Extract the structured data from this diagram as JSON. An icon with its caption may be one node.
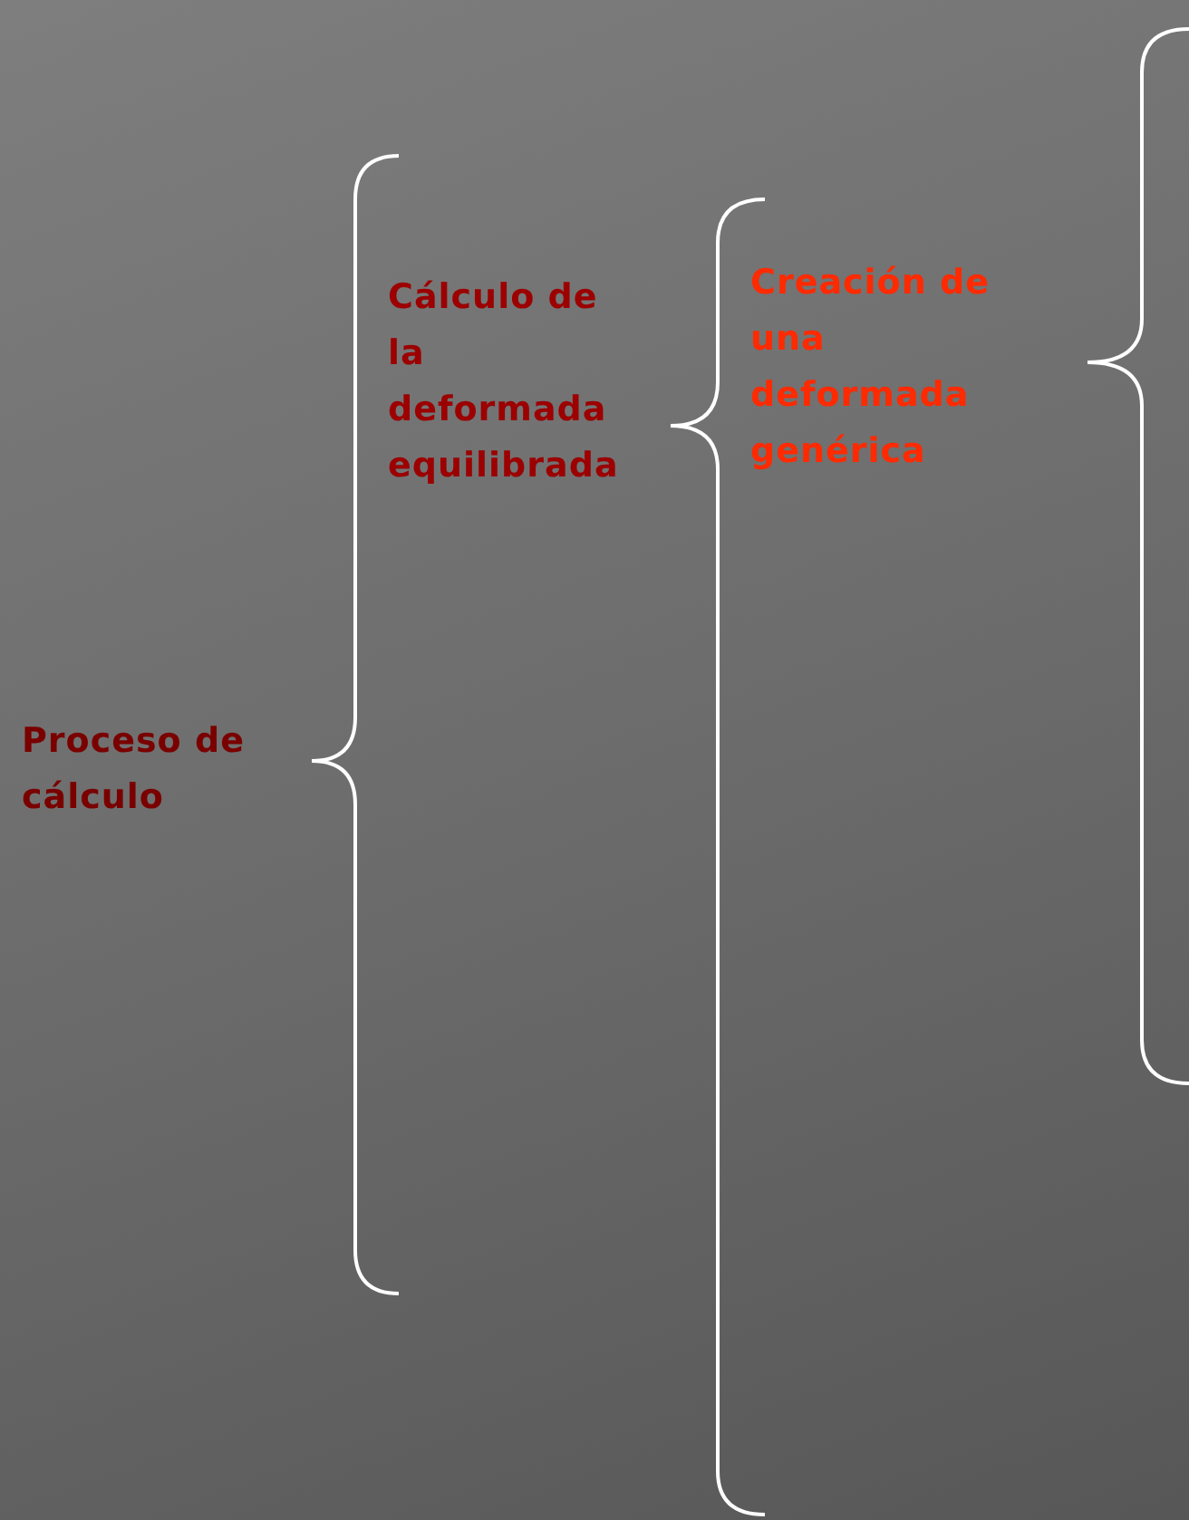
{
  "diagram": {
    "labels": [
      "Proceso de cálculo",
      "Cálculo de la deformada equilibrada",
      "Creación de una deformada genérica"
    ]
  }
}
